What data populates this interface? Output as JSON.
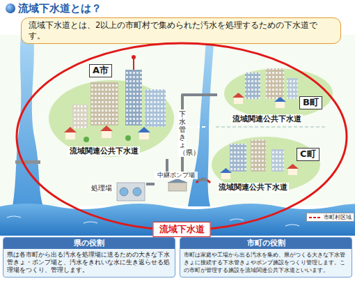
{
  "diagram": {
    "title": "流域下水道とは？",
    "nodes": [
      {
        "text": [
          "流域下水道とは、2以上の市町村で集められた汚水を処理するための下水道です。"
        ]
      },
      {
        "text": [
          "流域下水道"
        ]
      },
      {
        "text": [
          "A市",
          "流域関連公共下水道"
        ],
        "in": 1
      },
      {
        "text": [
          "B町",
          "流域関連公共下水道"
        ],
        "in": 1
      },
      {
        "text": [
          "C町",
          "流域関連公共下水道"
        ],
        "in": 1
      },
      {
        "text": [
          "中継ポンプ場"
        ],
        "in": 1
      },
      {
        "text": [
          "処理場"
        ],
        "in": 1
      },
      {
        "text": [
          "県の役割",
          "県は各市町から出る汚水を処理場に送るための大きな下水管きょ・ポンプ場と、汚水をきれいな水に生き返らせる処理場をつくり、管理します。"
        ]
      },
      {
        "text": [
          "市町の役割",
          "市町は家庭や工場から出る汚水を集め、県がつくる大きな下水管きょに接続する下水管きょやポンプ施設をつくり管理します。この市町が管理する施設を流域関連公共下水道といいます。"
        ]
      }
    ],
    "edges": [
      {
        "from": 2,
        "to": 5,
        "arrow": "none"
      },
      {
        "from": 3,
        "to": 5,
        "arrow": "none",
        "label": "下水管きょ（県）"
      },
      {
        "from": 4,
        "to": 5,
        "arrow": "none"
      },
      {
        "from": 5,
        "to": 6,
        "arrow": "none"
      }
    ],
    "legend": [
      {
        "text": "市町村区域"
      }
    ]
  }
}
